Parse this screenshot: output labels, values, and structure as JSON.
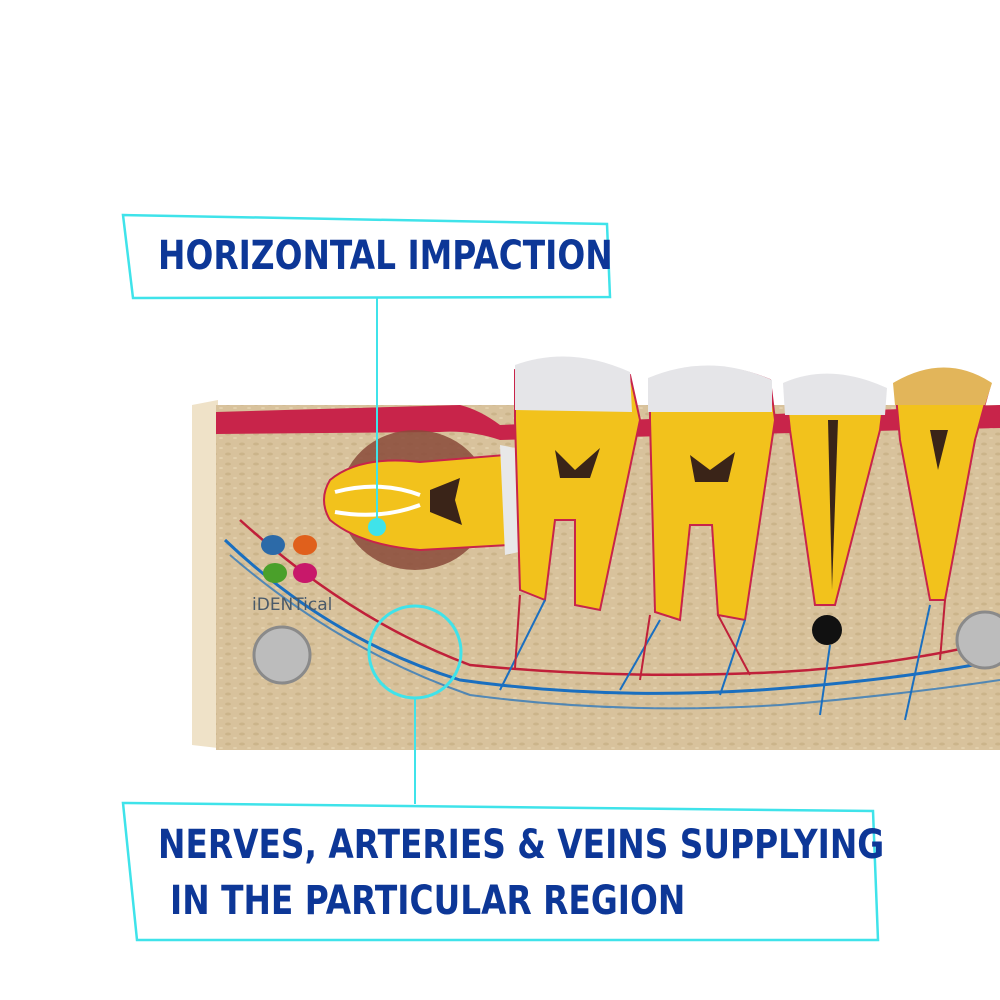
{
  "callouts": {
    "top": {
      "text": "HORIZONTAL IMPACTION"
    },
    "bottom": {
      "line1": "NERVES, ARTERIES & VEINS SUPPLYING",
      "line2": "IN THE PARTICULAR REGION"
    }
  },
  "logo": {
    "text": "iDENTical"
  },
  "colors": {
    "callout_border": "#3fe3ea",
    "text": "#0d3797",
    "bone": "#d8c29c",
    "gum": "#c8244a",
    "tooth": "#f2c21c",
    "nerve": "#1a6fc0",
    "artery": "#c0203a"
  }
}
